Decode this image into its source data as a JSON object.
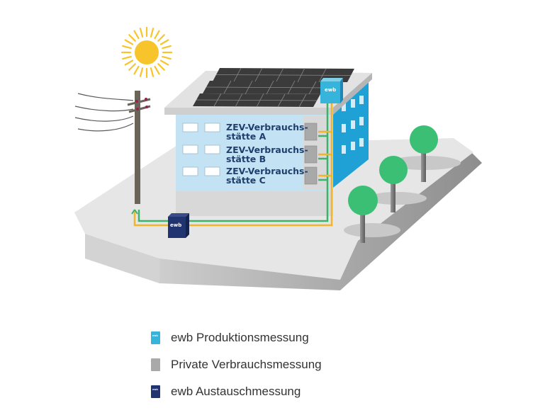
{
  "units": [
    {
      "line1": "ZEV-Verbrauchs-",
      "line2": "stätte A"
    },
    {
      "line1": "ZEV-Verbrauchs-",
      "line2": "stätte B"
    },
    {
      "line1": "ZEV-Verbrauchs-",
      "line2": "stätte C"
    }
  ],
  "meter_tag": "ewb",
  "legend": [
    {
      "label": "ewb Produktionsmessung",
      "color": "#37b4dc"
    },
    {
      "label": "Private Verbrauchsmessung",
      "color": "#a9a9a9"
    },
    {
      "label": "ewb Austauschmessung",
      "color": "#1f3470"
    }
  ],
  "colors": {
    "building_front": "#c3e2f4",
    "building_side": "#1fa1d6",
    "roof": "#e2e2e2",
    "panel": "#3b3b3b",
    "ground": "#e6e6e6",
    "tree": "#3bbf74",
    "sun": "#f7c52b",
    "feed_line": "#3bb36b",
    "supply_line": "#f2b52a"
  }
}
